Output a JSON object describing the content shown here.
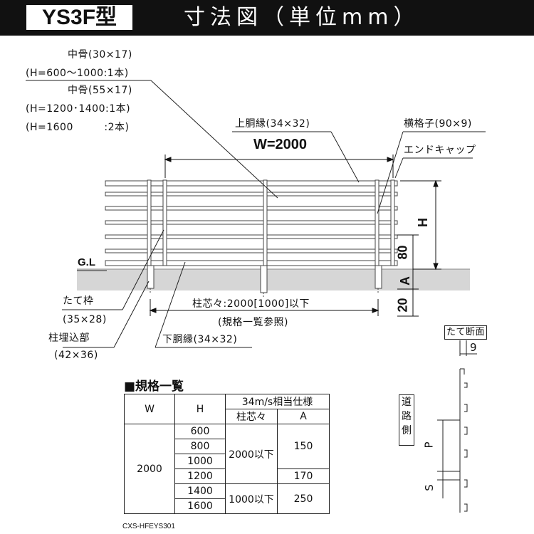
{
  "header": {
    "model": "YS3F型",
    "title": "寸法図（単位mm）"
  },
  "labels": {
    "center_bone_1": "中骨(30×17)",
    "center_bone_1_note": "(H=600～1000:1本)",
    "center_bone_2": "中骨(55×17)",
    "center_bone_2_note_a": "(H=1200･1400:1本)",
    "center_bone_2_note_b": "(H=1600　　　:2本)",
    "top_rail": "上胴縁(34×32)",
    "horizontal_slat": "横格子(90×9)",
    "end_cap": "エンドキャップ",
    "width": "W=2000",
    "height": "H",
    "dim_80": "80",
    "dim_a": "A",
    "dim_20": "20",
    "ground_level": "G.L",
    "post": "たて枠",
    "post_size": "(35×28)",
    "embed": "柱埋込部",
    "embed_size": "(42×36)",
    "post_pitch": "柱芯々:2000[1000]以下",
    "post_pitch_note": "(規格一覧参照)",
    "bottom_rail": "下胴縁(34×32)",
    "section_title": "たて断面",
    "section_dim_9": "9",
    "road_side": [
      "道",
      "路",
      "側"
    ],
    "section_p": "P",
    "section_s": "S"
  },
  "spec_table": {
    "title": "■規格一覧",
    "col_w": "W",
    "col_h": "H",
    "col_group": "34m/s相当仕様",
    "col_pitch": "柱芯々",
    "col_a": "A",
    "w_value": "2000",
    "h_values": [
      "600",
      "800",
      "1000",
      "1200",
      "1400",
      "1600"
    ],
    "pitch_values": [
      "2000以下",
      "1000以下"
    ],
    "a_values": [
      "150",
      "170",
      "250"
    ]
  },
  "ref_code": "CXS-HFEYS301"
}
